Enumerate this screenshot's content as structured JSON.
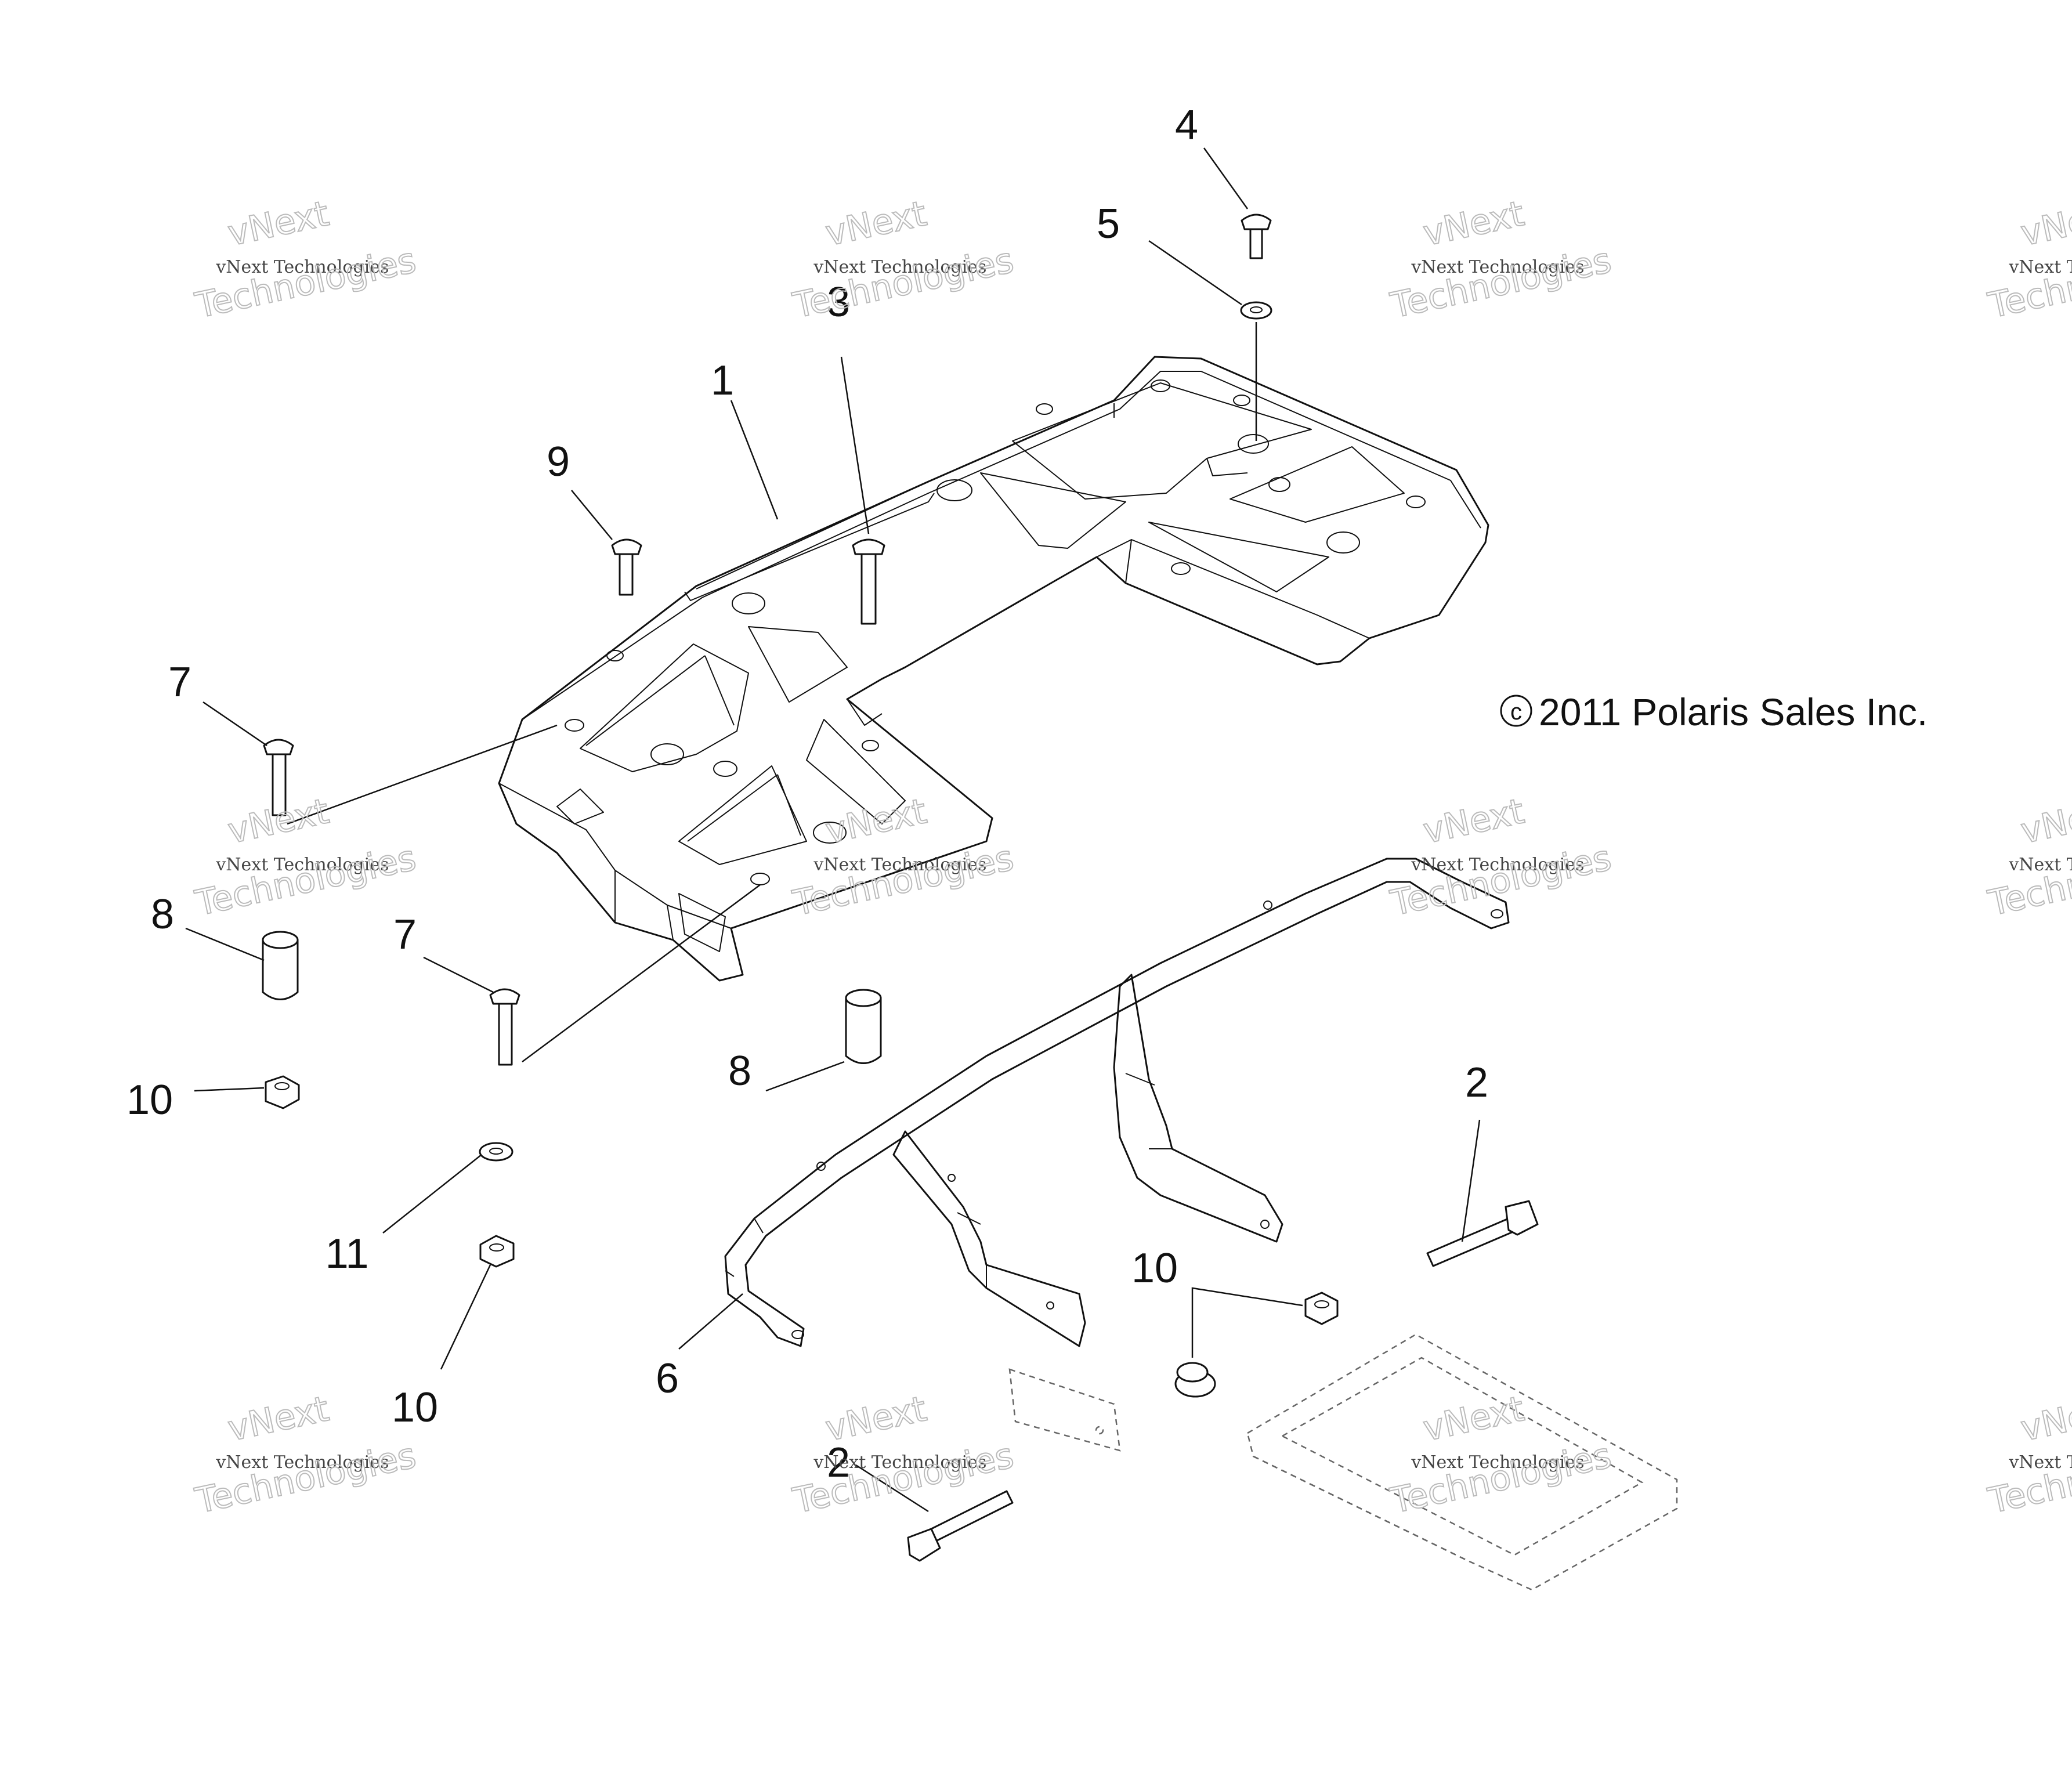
{
  "diagram": {
    "callouts": {
      "c1": "1",
      "c2a": "2",
      "c2b": "2",
      "c3": "3",
      "c4": "4",
      "c5": "5",
      "c6": "6",
      "c7a": "7",
      "c7b": "7",
      "c8a": "8",
      "c8b": "8",
      "c9": "9",
      "c10a": "10",
      "c10b": "10",
      "c10c": "10",
      "c11": "11"
    },
    "copyright_symbol": "c",
    "copyright_text": "2011 Polaris Sales Inc.",
    "watermark": {
      "small": "vNext Technologies",
      "ghost_top": "vNext",
      "ghost_bottom": "Technologies"
    }
  }
}
